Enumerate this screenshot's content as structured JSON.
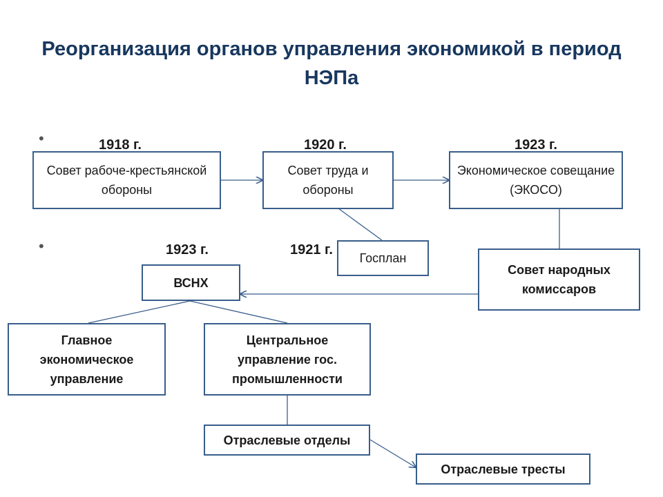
{
  "title": "Реорганизация органов управления экономикой  в период НЭПа",
  "bullets": [
    "•",
    "•"
  ],
  "years": {
    "row1_left": "1918 г.",
    "row1_mid": "1920 г.",
    "row1_right": "1923 г.",
    "row2_left": "1923 г.",
    "row2_mid": "1921 г."
  },
  "boxes": {
    "sovet_rko": "Совет рабоче-крестьянской обороны",
    "sto": "Совет труда и обороны",
    "ekoso": "Экономическое совещание (ЭКОСО)",
    "gosplan": "Госплан",
    "snk": "Совет народных комиссаров",
    "vsnh": "ВСНХ",
    "geu": "Главное экономическое управление",
    "cugp": "Центральное управление гос. промышленности",
    "otd": "Отраслевые отделы",
    "tresty": "Отраслевые тресты"
  },
  "colors": {
    "title": "#17375e",
    "border": "#385d8a",
    "connector": "#385d8a"
  }
}
